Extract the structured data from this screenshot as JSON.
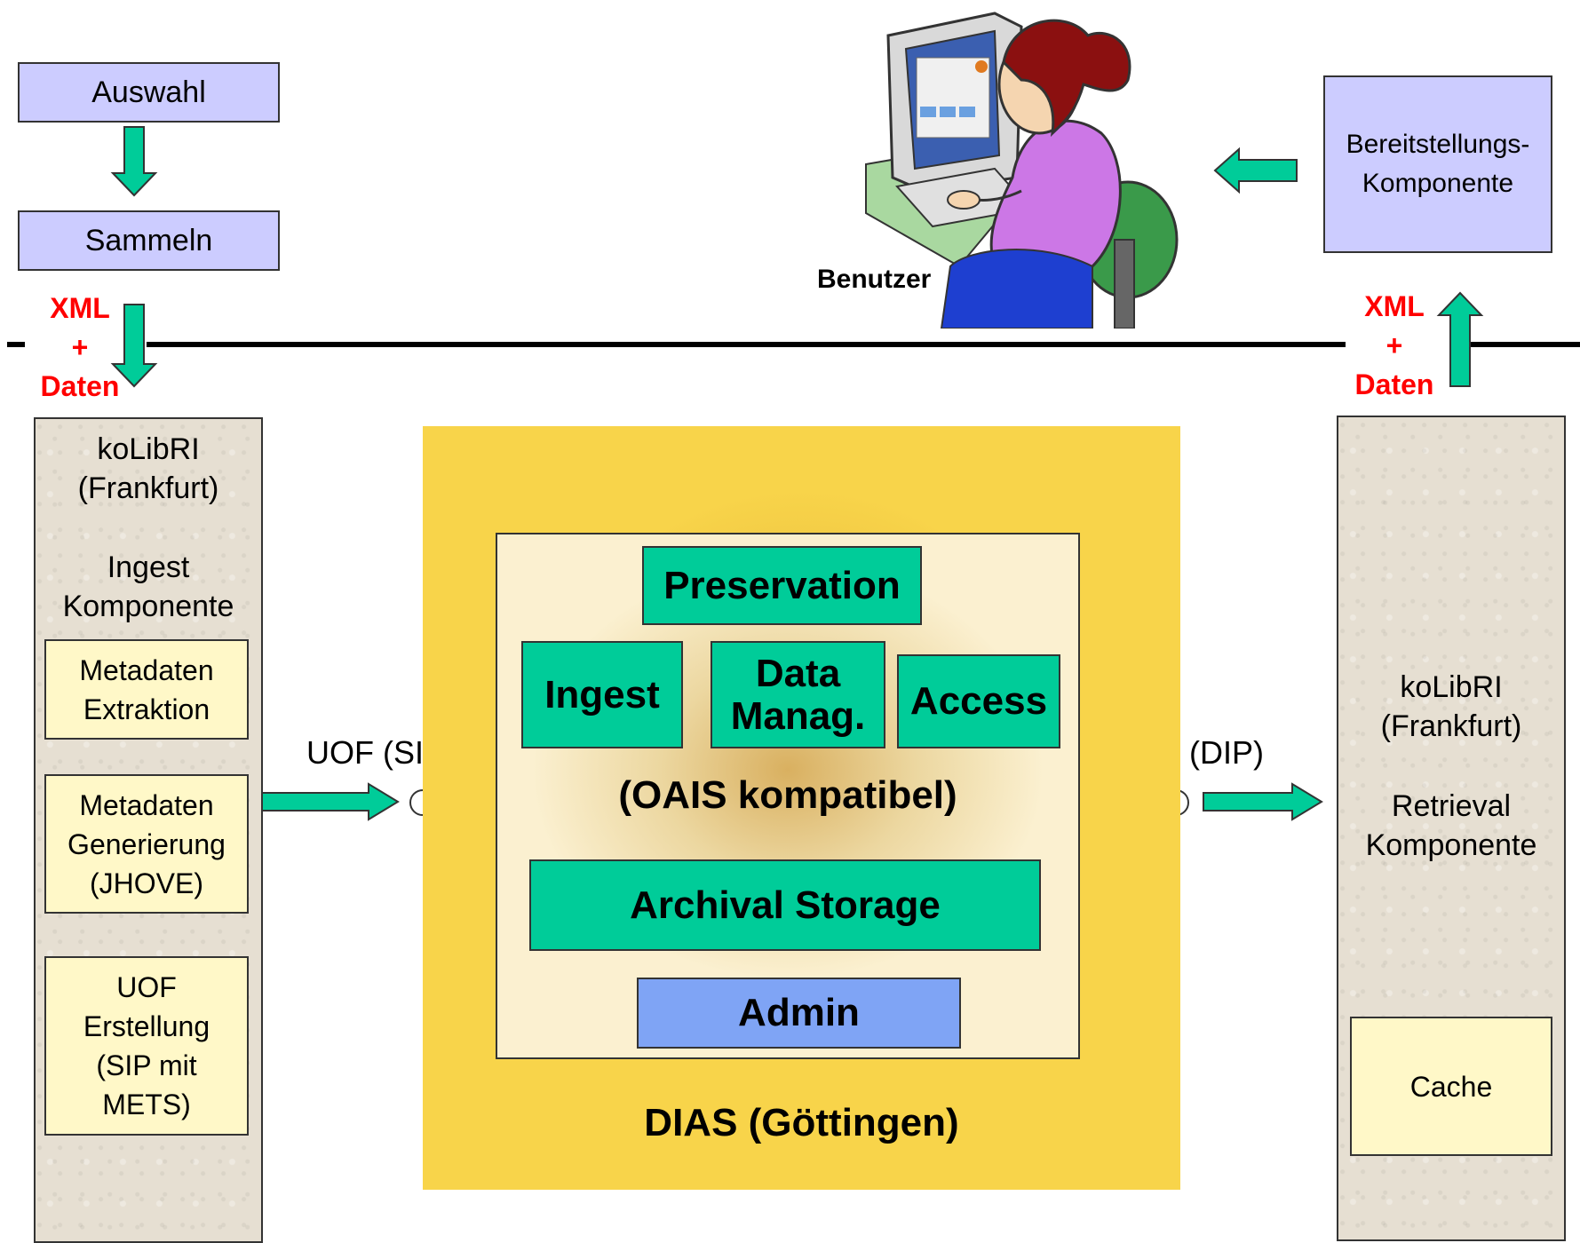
{
  "top_left": {
    "auswahl": "Auswahl",
    "sammeln": "Sammeln"
  },
  "transfer_left": {
    "line1": "XML",
    "line2": "+",
    "line3": "Daten"
  },
  "transfer_right": {
    "line1": "XML",
    "line2": "+",
    "line3": "Daten"
  },
  "benutzer": "Benutzer",
  "bereitstellung": {
    "line1": "Bereitstellungs-",
    "line2": "Komponente"
  },
  "kolibri_left": {
    "title1": "koLibRI",
    "title2": "(Frankfurt)",
    "sub1": "Ingest",
    "sub2": "Komponente",
    "box1": [
      "Metadaten",
      "Extraktion"
    ],
    "box2": [
      "Metadaten",
      "Generierung",
      "(JHOVE)"
    ],
    "box3": [
      "UOF",
      "Erstellung",
      "(SIP mit",
      "METS)"
    ]
  },
  "kolibri_right": {
    "title1": "koLibRI",
    "title2": "(Frankfurt)",
    "sub1": "Retrieval",
    "sub2": "Komponente",
    "cache": "Cache"
  },
  "uof_sip": "UOF (SIP)",
  "uof_dip": "UOF (DIP)",
  "dias": {
    "preservation": "Preservation",
    "ingest": "Ingest",
    "data_manag1": "Data",
    "data_manag2": "Manag.",
    "access": "Access",
    "oais": "(OAIS kompatibel)",
    "archival_storage": "Archival Storage",
    "admin": "Admin",
    "title": "DIAS (Göttingen)"
  },
  "colors": {
    "arrow_green": "#00cc99",
    "box_purple": "#ccccff",
    "dias_yellow": "#f8d44a",
    "label_red": "#ff0000",
    "admin_blue": "#7fa4f5"
  }
}
